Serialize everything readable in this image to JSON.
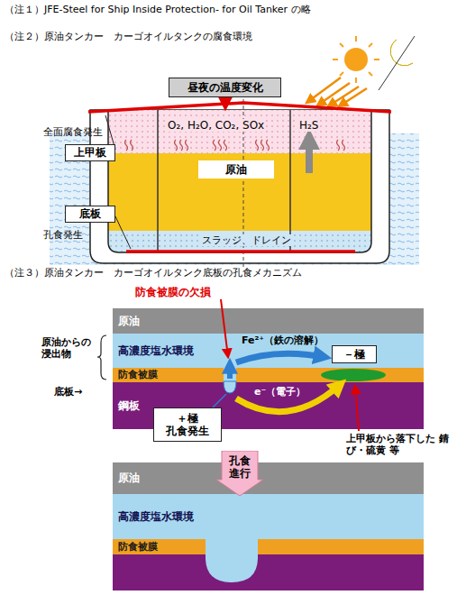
{
  "diagram": {
    "nodes": [
      {
        "text": [
          "昼夜の温度変化"
        ]
      },
      {
        "text": [
          "上甲板"
        ]
      },
      {
        "text": [
          "原油"
        ]
      },
      {
        "text": [
          "底板"
        ]
      },
      {
        "text": [
          "原油"
        ]
      },
      {
        "text": [
          "高濃度塩水環境"
        ]
      },
      {
        "text": [
          "－極"
        ],
        "in": 5
      },
      {
        "text": [
          "防食被膜"
        ]
      },
      {
        "text": [
          "鋼板"
        ]
      },
      {
        "text": [
          "＋極",
          "孔食発生"
        ]
      },
      {
        "text": [
          "孔食 進行"
        ]
      },
      {
        "text": [
          "原油"
        ]
      },
      {
        "text": [
          "高濃度塩水環境"
        ]
      },
      {
        "text": [
          "防食被膜"
        ]
      }
    ],
    "labels": [
      "（注１）JFE-Steel for Ship Inside Protection- for Oil Tanker の略",
      "（注２）原油タンカー　カーゴオイルタンクの腐食環境",
      "O₂, H₂O, CO₂, SOx",
      "H₂S",
      "全面腐食発生",
      "孔食発生",
      "スラッジ、ドレイン",
      "（注３）原油タンカー　カーゴオイルタンク底板の孔食メカニズム",
      "防食被膜の欠損",
      "Fe²⁺（鉄の溶解）",
      "原油からの 浸出物",
      "底板→",
      "e⁻（電子）",
      "上甲板から落下した 錆び・硫黄 等"
    ]
  }
}
